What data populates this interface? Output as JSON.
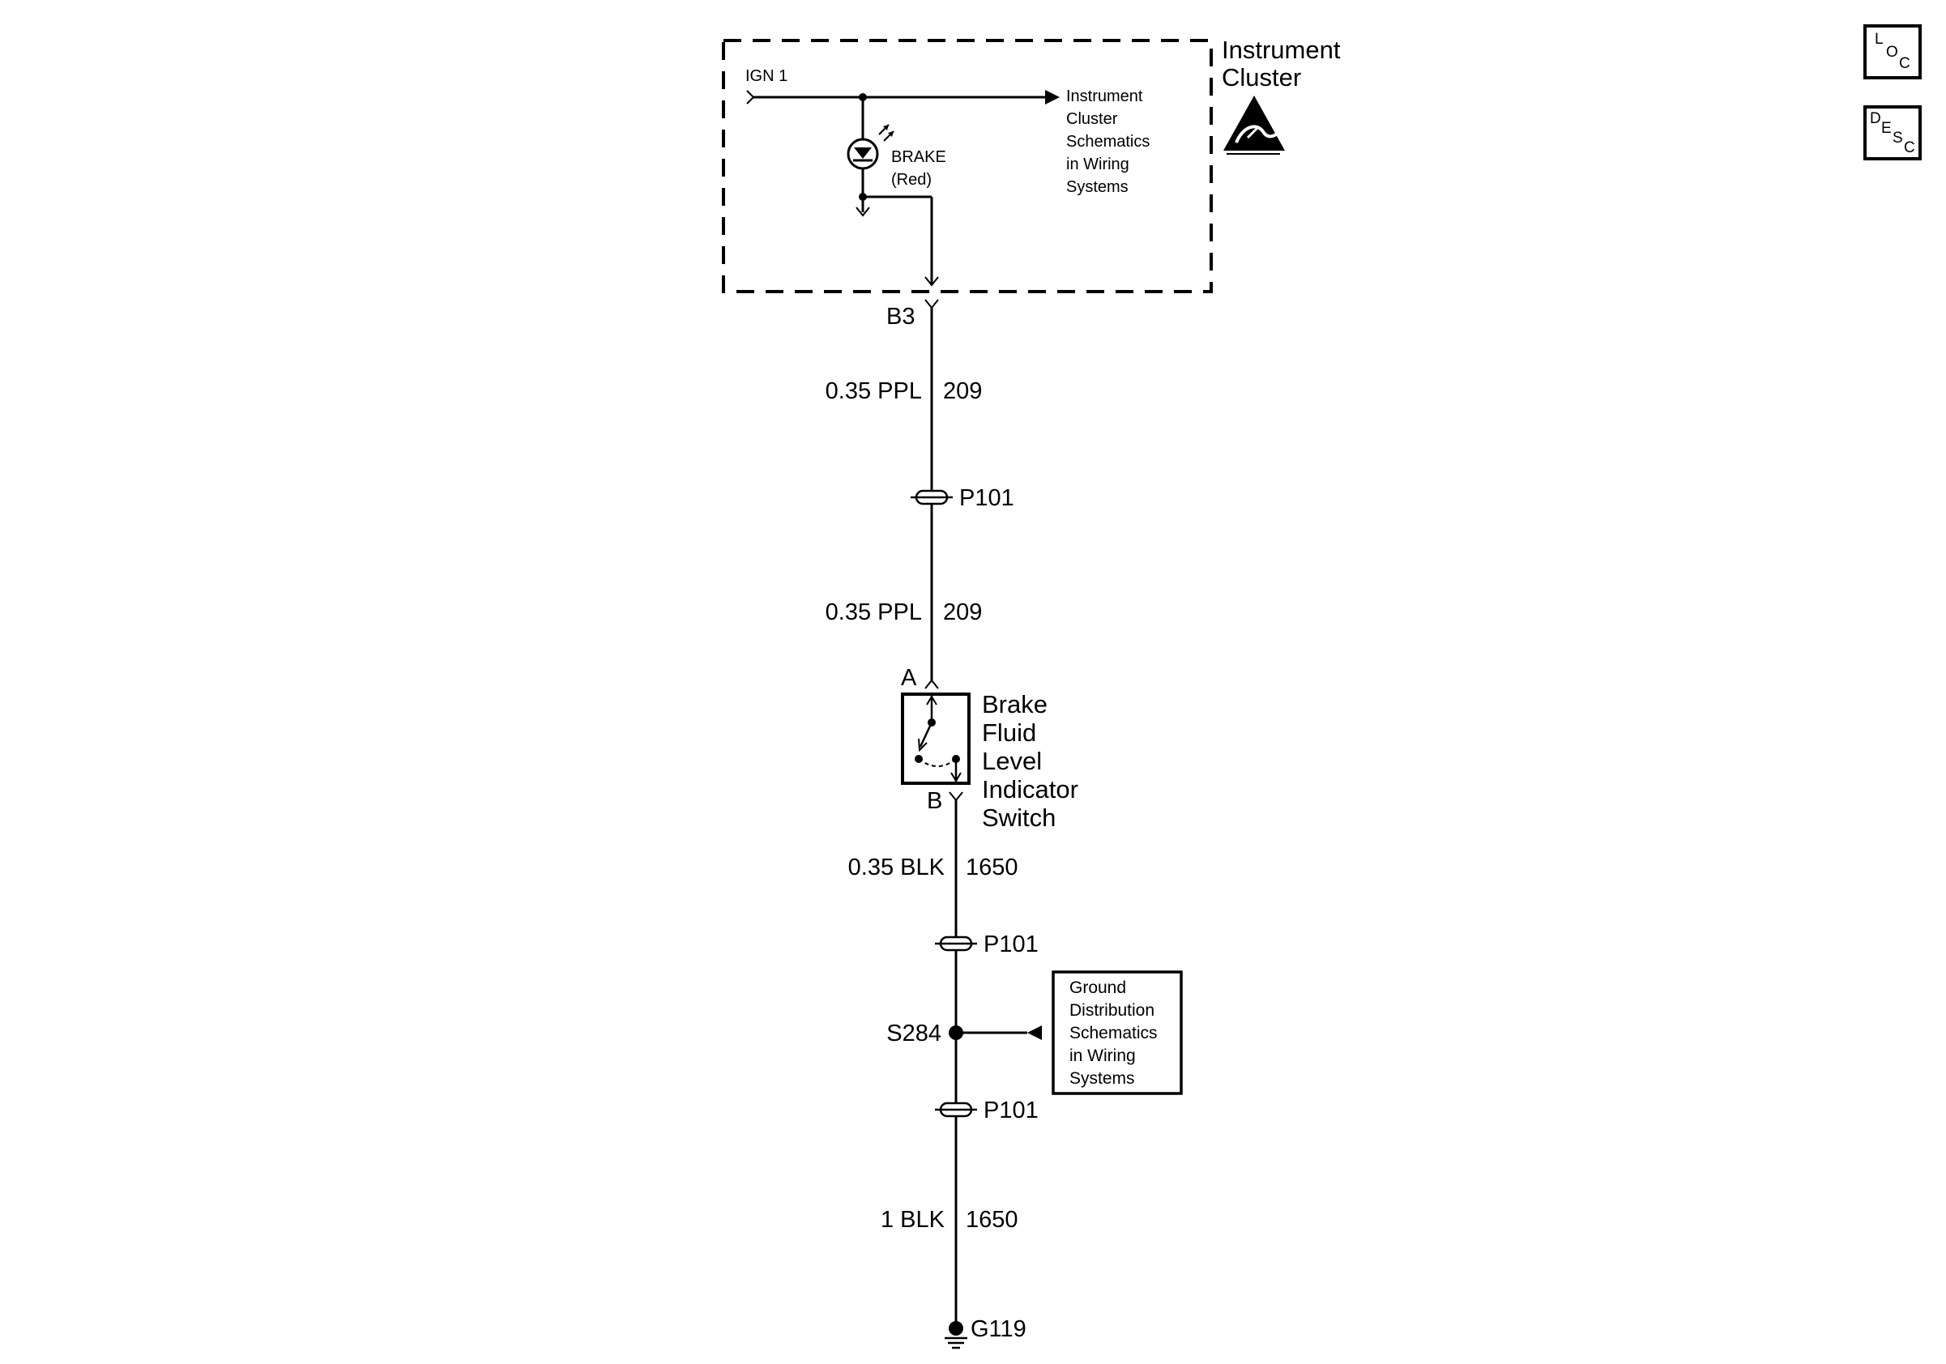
{
  "instrument_cluster": {
    "title_line1": "Instrument",
    "title_line2": "Cluster",
    "ign_label": "IGN 1",
    "lamp_label_line1": "BRAKE",
    "lamp_label_line2": "(Red)",
    "ref_line1": "Instrument",
    "ref_line2": "Cluster",
    "ref_line3": "Schematics",
    "ref_line4": "in Wiring",
    "ref_line5": "Systems",
    "esd_icon": "esd-warning-icon"
  },
  "connectors": {
    "cluster_pin": "B3",
    "inline_1": "P101",
    "switch_pin_a": "A",
    "switch_pin_b": "B",
    "inline_2": "P101",
    "inline_3": "P101",
    "splice": "S284",
    "ground": "G119"
  },
  "wires": [
    {
      "gauge_color": "0.35 PPL",
      "circuit": "209"
    },
    {
      "gauge_color": "0.35 PPL",
      "circuit": "209"
    },
    {
      "gauge_color": "0.35 BLK",
      "circuit": "1650"
    },
    {
      "gauge_color": "1 BLK",
      "circuit": "1650"
    }
  ],
  "switch": {
    "label_line1": "Brake",
    "label_line2": "Fluid",
    "label_line3": "Level",
    "label_line4": "Indicator",
    "label_line5": "Switch"
  },
  "ground_ref": {
    "line1": "Ground",
    "line2": "Distribution",
    "line3": "Schematics",
    "line4": "in Wiring",
    "line5": "Systems"
  },
  "side_buttons": {
    "loc": {
      "l": "L",
      "o": "O",
      "c": "C"
    },
    "desc": {
      "d": "D",
      "e": "E",
      "s": "S",
      "c": "C"
    }
  }
}
